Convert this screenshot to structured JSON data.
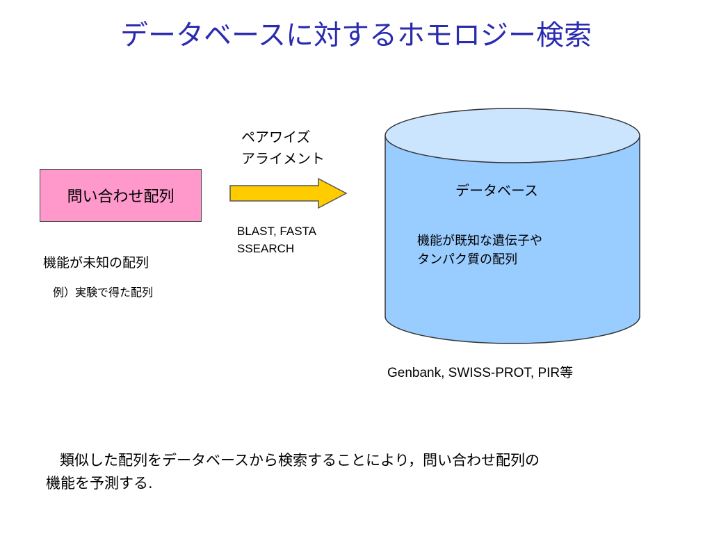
{
  "title": "データベースに対するホモロジー検索",
  "query": {
    "box_label": "問い合わせ配列",
    "description": "機能が未知の配列",
    "example": "例）実験で得た配列"
  },
  "method": {
    "lines": [
      "ペアワイズ",
      "アライメント"
    ],
    "tools": [
      "BLAST, FASTA",
      "SSEARCH"
    ]
  },
  "database": {
    "label": "データベース",
    "description": [
      "機能が既知な遺伝子や",
      "タンパク質の配列"
    ],
    "sources": "Genbank, SWISS-PROT, PIR等"
  },
  "conclusion": [
    "類似した配列をデータベースから検索することにより，問い合わせ配列の",
    "機能を予測する."
  ],
  "colors": {
    "title": "#2b2bb0",
    "query_box": "#ff99cc",
    "arrow": "#ffcc00",
    "database_body": "#99ccff",
    "database_top": "#cce5ff"
  }
}
